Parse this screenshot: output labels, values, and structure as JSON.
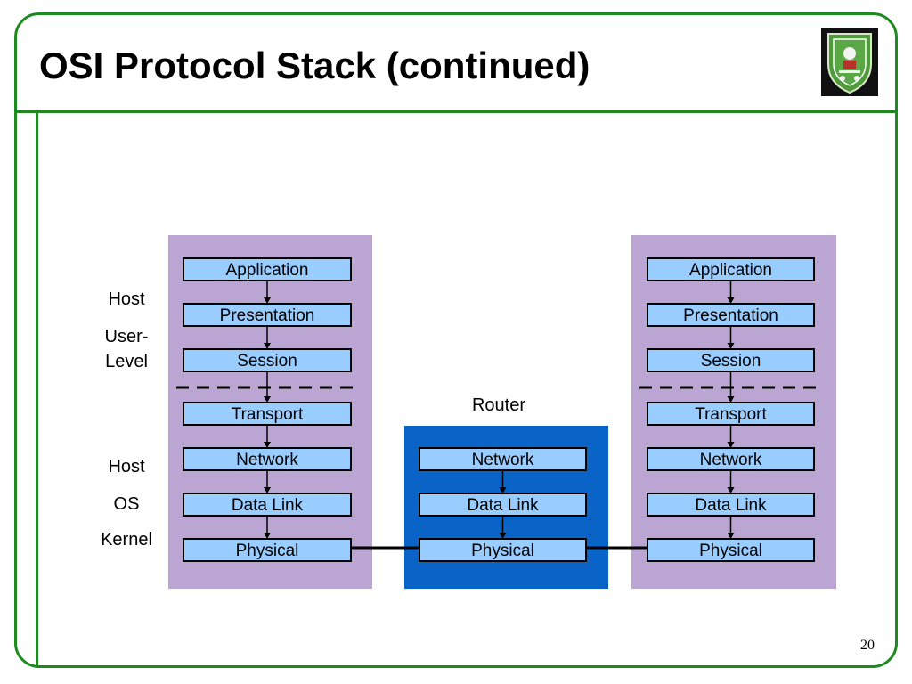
{
  "slide": {
    "title": "OSI Protocol Stack (continued)",
    "page_number": "20"
  },
  "colors": {
    "frame_green": "#1f8a1f",
    "host_panel": "#bba6d3",
    "router_panel": "#0a64c8",
    "layer_box": "#99ccff",
    "layer_border": "#000000"
  },
  "logo": {
    "icon": "university-seal-icon"
  },
  "side_labels": {
    "user_level": [
      "Host",
      "User-",
      "Level"
    ],
    "kernel": [
      "Host",
      "OS",
      "Kernel"
    ]
  },
  "router": {
    "label": "Router"
  },
  "host_left": {
    "layers": [
      "Application",
      "Presentation",
      "Session",
      "Transport",
      "Network",
      "Data Link",
      "Physical"
    ]
  },
  "router_stack": {
    "layers": [
      "Network",
      "Data Link",
      "Physical"
    ]
  },
  "host_right": {
    "layers": [
      "Application",
      "Presentation",
      "Session",
      "Transport",
      "Network",
      "Data Link",
      "Physical"
    ]
  }
}
